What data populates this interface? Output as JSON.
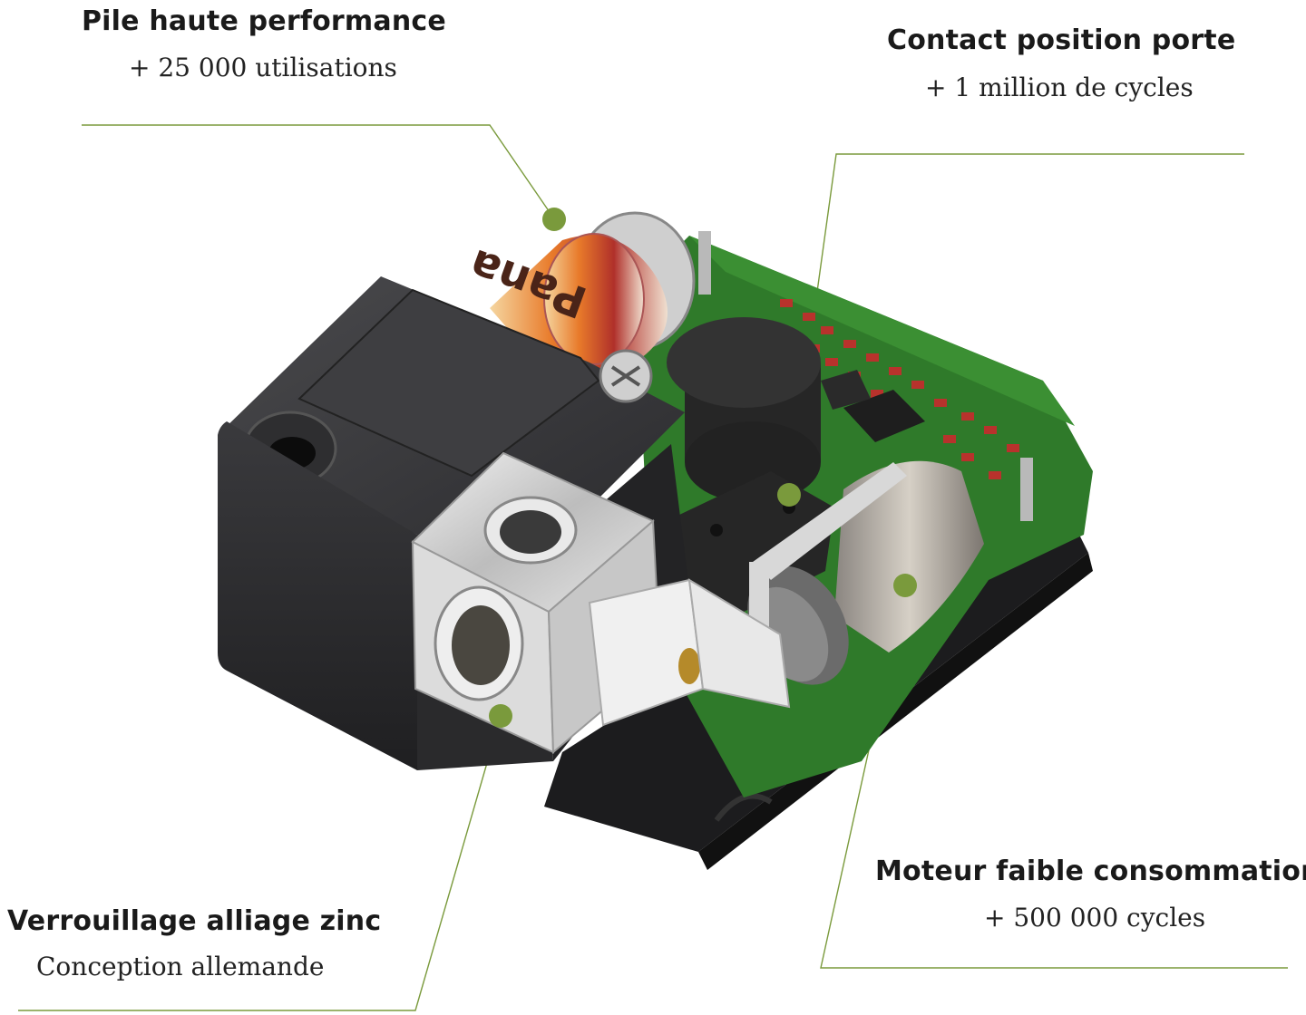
{
  "colors": {
    "accent": "#7a9a3c",
    "housing": "#2c2c2e",
    "pcb": "#2f7a2a",
    "metal": "#c9c9c9",
    "battery_red": "#c0392b"
  },
  "battery_label": "Pana",
  "callouts": [
    {
      "id": "battery",
      "title": "Pile haute performance",
      "subtitle": "+ 25 000 utilisations"
    },
    {
      "id": "door-contact",
      "title": "Contact position porte",
      "subtitle": "+ 1 million de cycles"
    },
    {
      "id": "motor",
      "title": "Moteur faible consommation",
      "subtitle": "+ 500 000 cycles"
    },
    {
      "id": "zinc-lock",
      "title": "Verrouillage alliage zinc",
      "subtitle": "Conception allemande"
    }
  ]
}
